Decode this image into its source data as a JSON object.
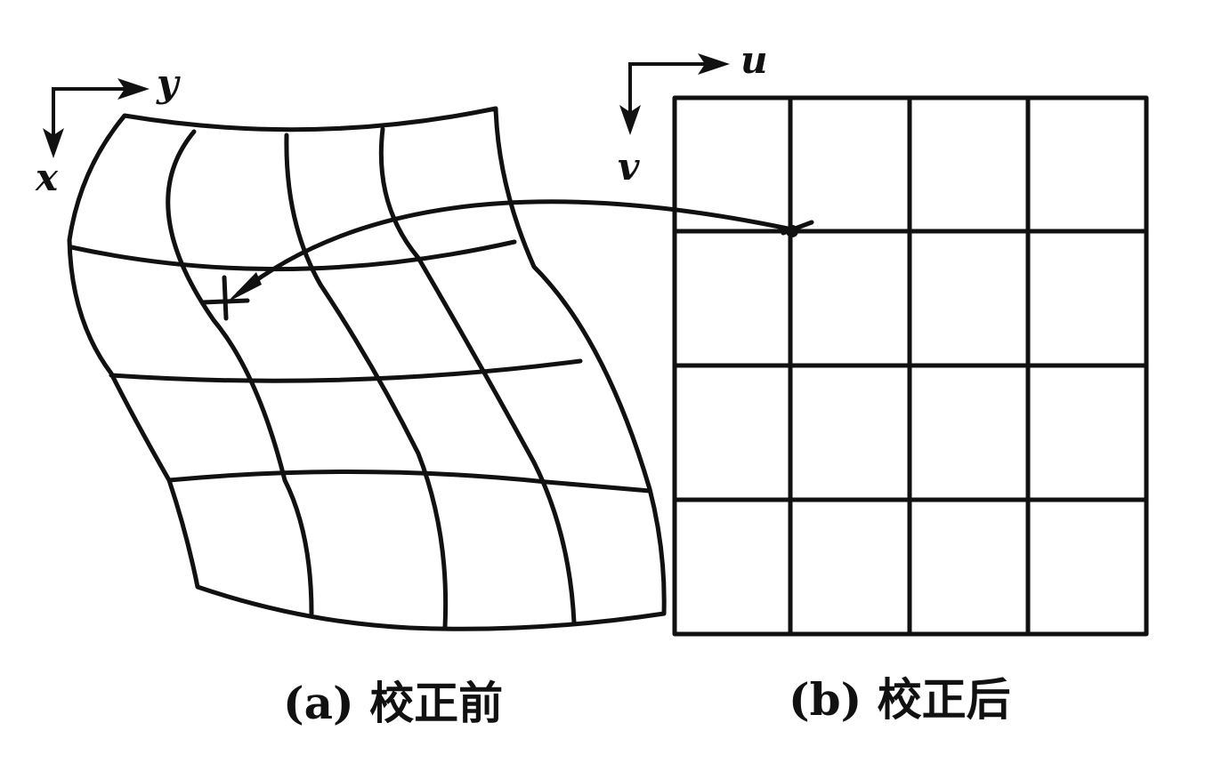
{
  "left_panel": {
    "axis_x": "x",
    "axis_y": "y",
    "caption": "(a) 校正前"
  },
  "right_panel": {
    "axis_u": "u",
    "axis_v": "v",
    "caption": "(b) 校正后"
  }
}
